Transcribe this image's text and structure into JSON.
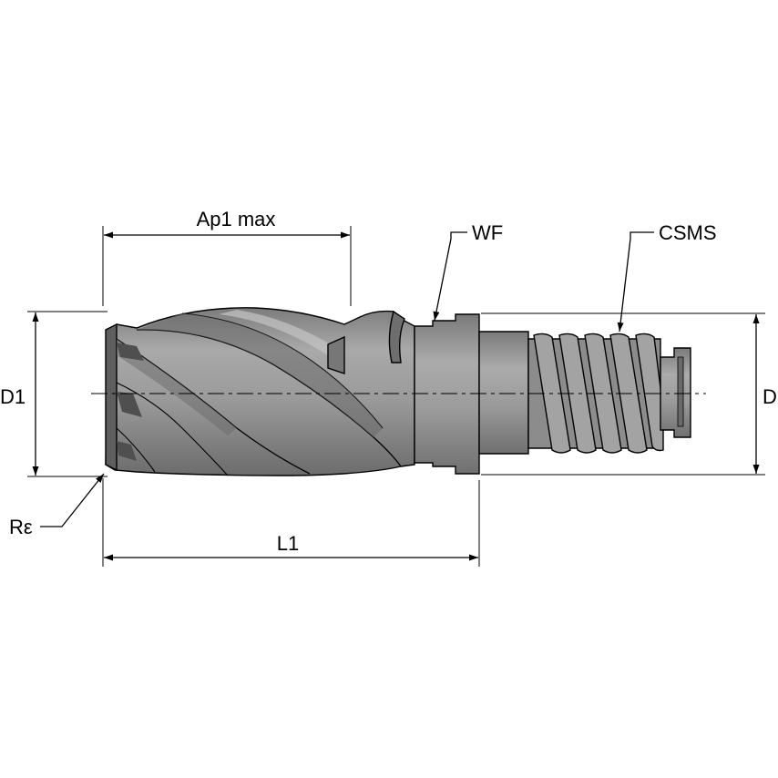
{
  "labels": {
    "ap1max": "Ap1 max",
    "wf": "WF",
    "csms": "CSMS",
    "d1": "D1",
    "d": "D",
    "re": "Rε",
    "l1": "L1"
  },
  "colors": {
    "body": "#8d8d8d",
    "body_light": "#a7a7a7",
    "body_dark": "#6d6d6d",
    "thread": "#9a9a9a",
    "line": "#000000",
    "background": "#ffffff"
  }
}
